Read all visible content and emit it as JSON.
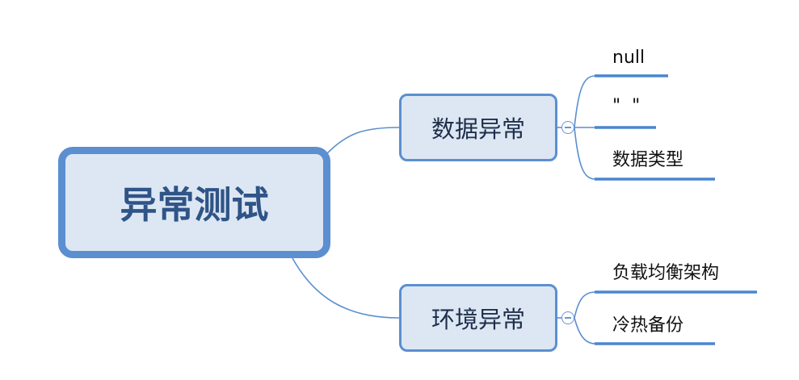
{
  "root": {
    "label": "异常测试"
  },
  "branches": [
    {
      "label": "数据异常",
      "children": [
        "null",
        "\"  \"",
        "数据类型"
      ]
    },
    {
      "label": "环境异常",
      "children": [
        "负载均衡架构",
        "冷热备份"
      ]
    }
  ],
  "colors": {
    "line": "#5b8fd0",
    "underline": "#4a86cf",
    "fill": "#dde7f4"
  }
}
